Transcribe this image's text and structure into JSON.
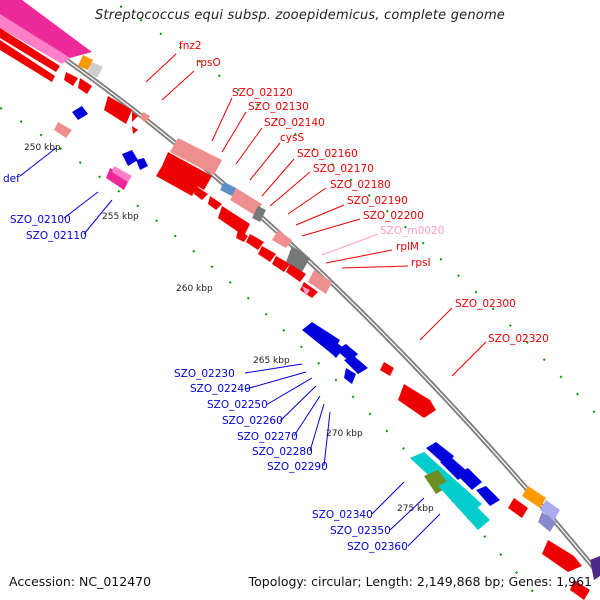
{
  "title": "Streptococcus equi subsp. zooepidemicus, complete genome",
  "footer": {
    "accession": "Accession: NC_012470",
    "topology": "Topology: circular; Length: 2,149,868 bp; Genes: 1,961"
  },
  "colors": {
    "forward_gene": "#ee0000",
    "forward_pseudo": "#ee8f8f",
    "reverse_gene": "#0000dd",
    "backbone": "#808080",
    "tick": "#009900",
    "rna": "#ff9bc8"
  },
  "ticks": [
    "250 kbp",
    "255 kbp",
    "260 kbp",
    "265 kbp",
    "270 kbp",
    "275 kbp"
  ],
  "forward_labels": [
    "fnz2",
    "rpsO",
    "SZO_02120",
    "SZO_02130",
    "SZO_02140",
    "cysS",
    "SZO_02160",
    "SZO_02170",
    "SZO_02180",
    "SZO_02190",
    "SZO_02200",
    "SZO_m0020",
    "rplM",
    "rpsI",
    "SZO_02300",
    "SZO_02320"
  ],
  "reverse_labels": [
    "def",
    "SZO_02100",
    "SZO_02110",
    "SZO_02230",
    "SZO_02240",
    "SZO_02250",
    "SZO_02260",
    "SZO_02270",
    "SZO_02280",
    "SZO_02290",
    "SZO_02340",
    "SZO_02350",
    "SZO_02360"
  ]
}
